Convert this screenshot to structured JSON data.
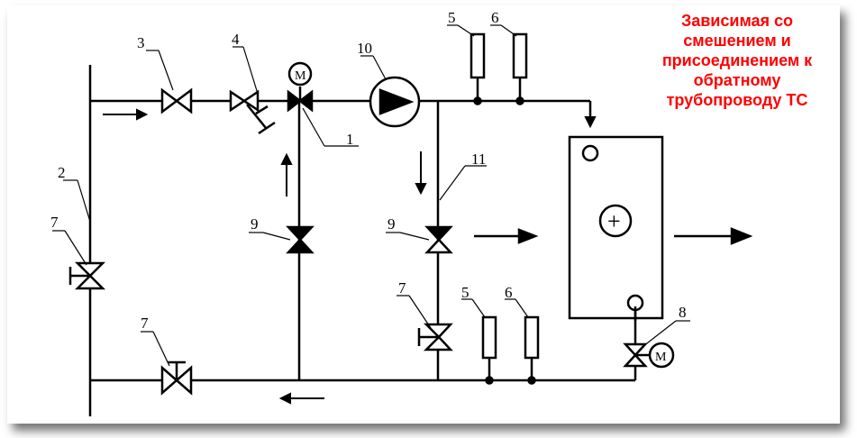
{
  "title": {
    "lines": [
      "Зависимая со",
      "смешением и",
      "присоединением к",
      "обратному",
      "трубопроводу ТС"
    ],
    "color": "#ff0000"
  },
  "labels": {
    "n1": "1",
    "n2": "2",
    "n3": "3",
    "n4": "4",
    "n5": "5",
    "n6": "6",
    "n7": "7",
    "n8": "8",
    "n9": "9",
    "n10": "10",
    "n11": "11"
  },
  "symbols": {
    "motor": "М",
    "heater": "+"
  }
}
